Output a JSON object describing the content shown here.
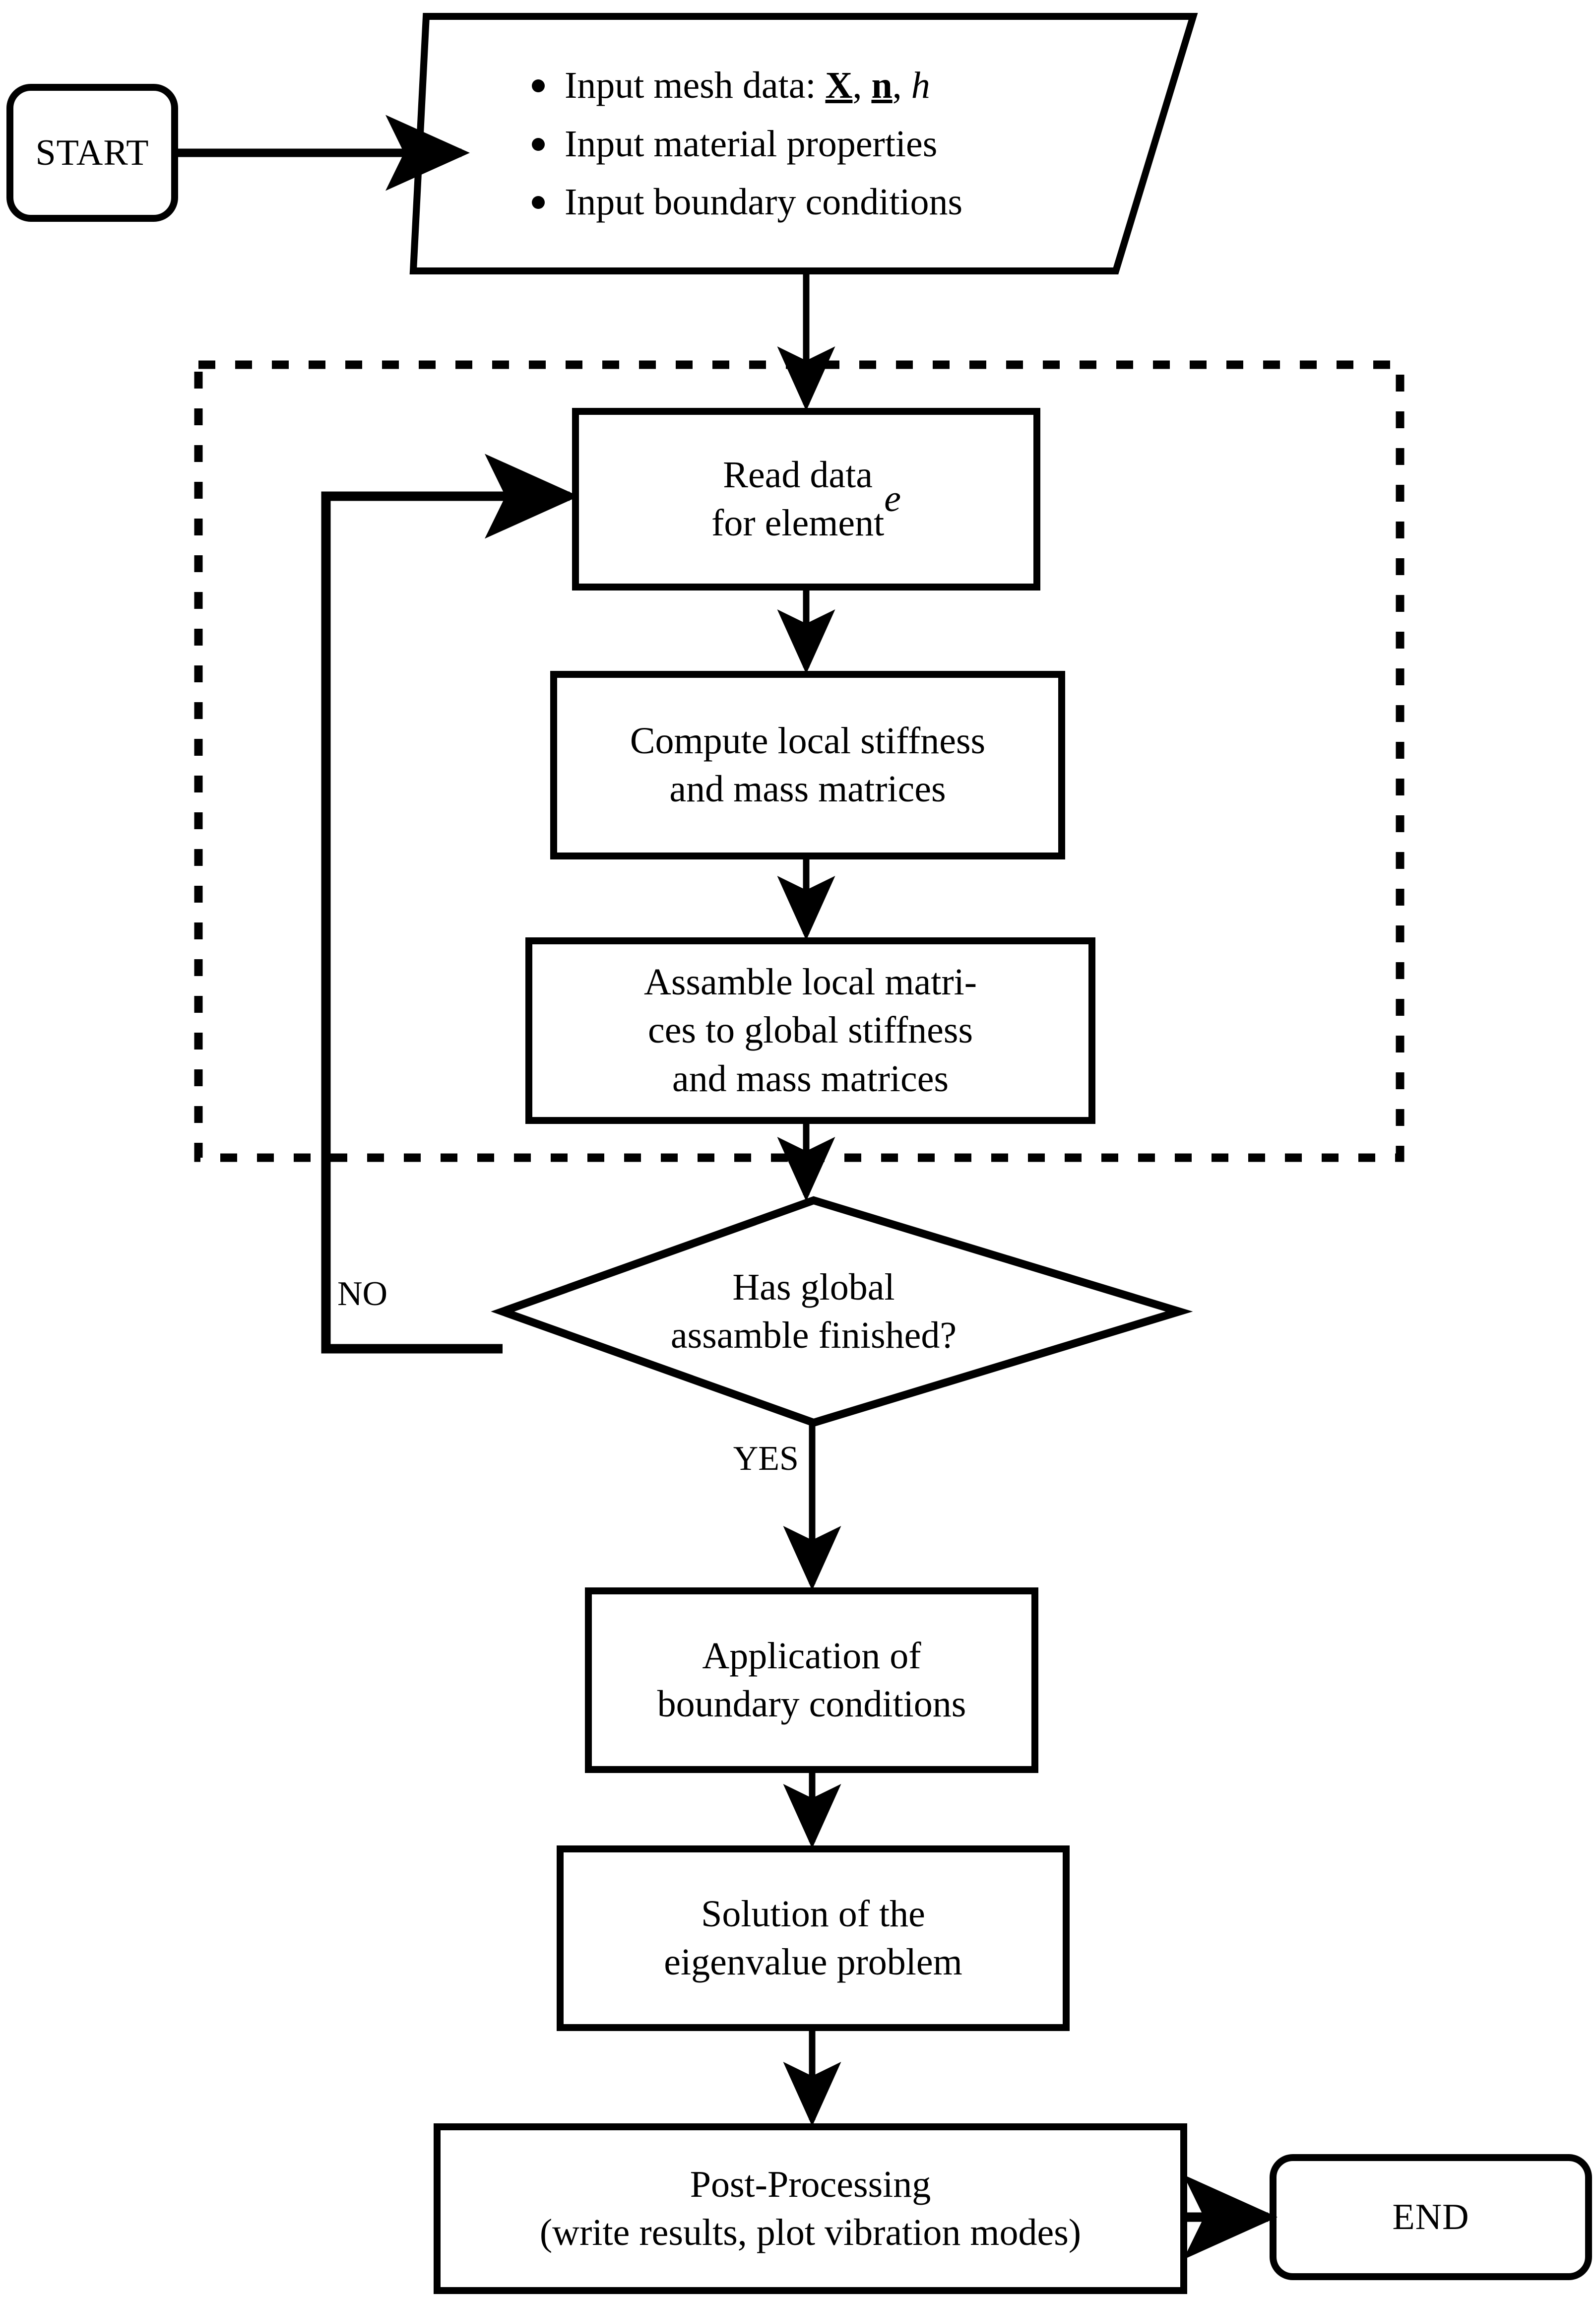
{
  "diagram": {
    "title": "Finite element modal analysis flowchart",
    "colors": {
      "stroke": "#000000",
      "background": "#ffffff",
      "text": "#000000"
    },
    "nodes": {
      "start": {
        "label": "START",
        "shape": "rounded-terminal"
      },
      "input": {
        "shape": "parallelogram",
        "bullets": [
          {
            "prefix": "Input mesh data: ",
            "sym1": "X",
            "sep1": ", ",
            "sym2": "n",
            "sep2": ", ",
            "sym3": "h"
          },
          {
            "text": "Input material properties"
          },
          {
            "text": "Input boundary conditions"
          }
        ]
      },
      "read_data": {
        "label": "Read data\nfor element ",
        "italic_suffix": "e",
        "shape": "process"
      },
      "compute_local": {
        "label": "Compute local stiffness\nand mass matrices",
        "shape": "process"
      },
      "assemble_global": {
        "label": "Assamble local matri-\nces to global stiffness\nand mass matrices",
        "shape": "process"
      },
      "decision": {
        "label": "Has global\nassamble finished?",
        "shape": "diamond"
      },
      "apply_bc": {
        "label": "Application of\nboundary conditions",
        "shape": "process"
      },
      "solve_eigen": {
        "label": "Solution of the\neigenvalue problem",
        "shape": "process"
      },
      "post_processing": {
        "label": "Post-Processing\n(write results, plot vibration modes)",
        "shape": "process"
      },
      "end": {
        "label": "END",
        "shape": "rounded-terminal"
      }
    },
    "edge_labels": {
      "no": "NO",
      "yes": "YES"
    },
    "group_box": {
      "style": "dashed",
      "label": ""
    }
  }
}
